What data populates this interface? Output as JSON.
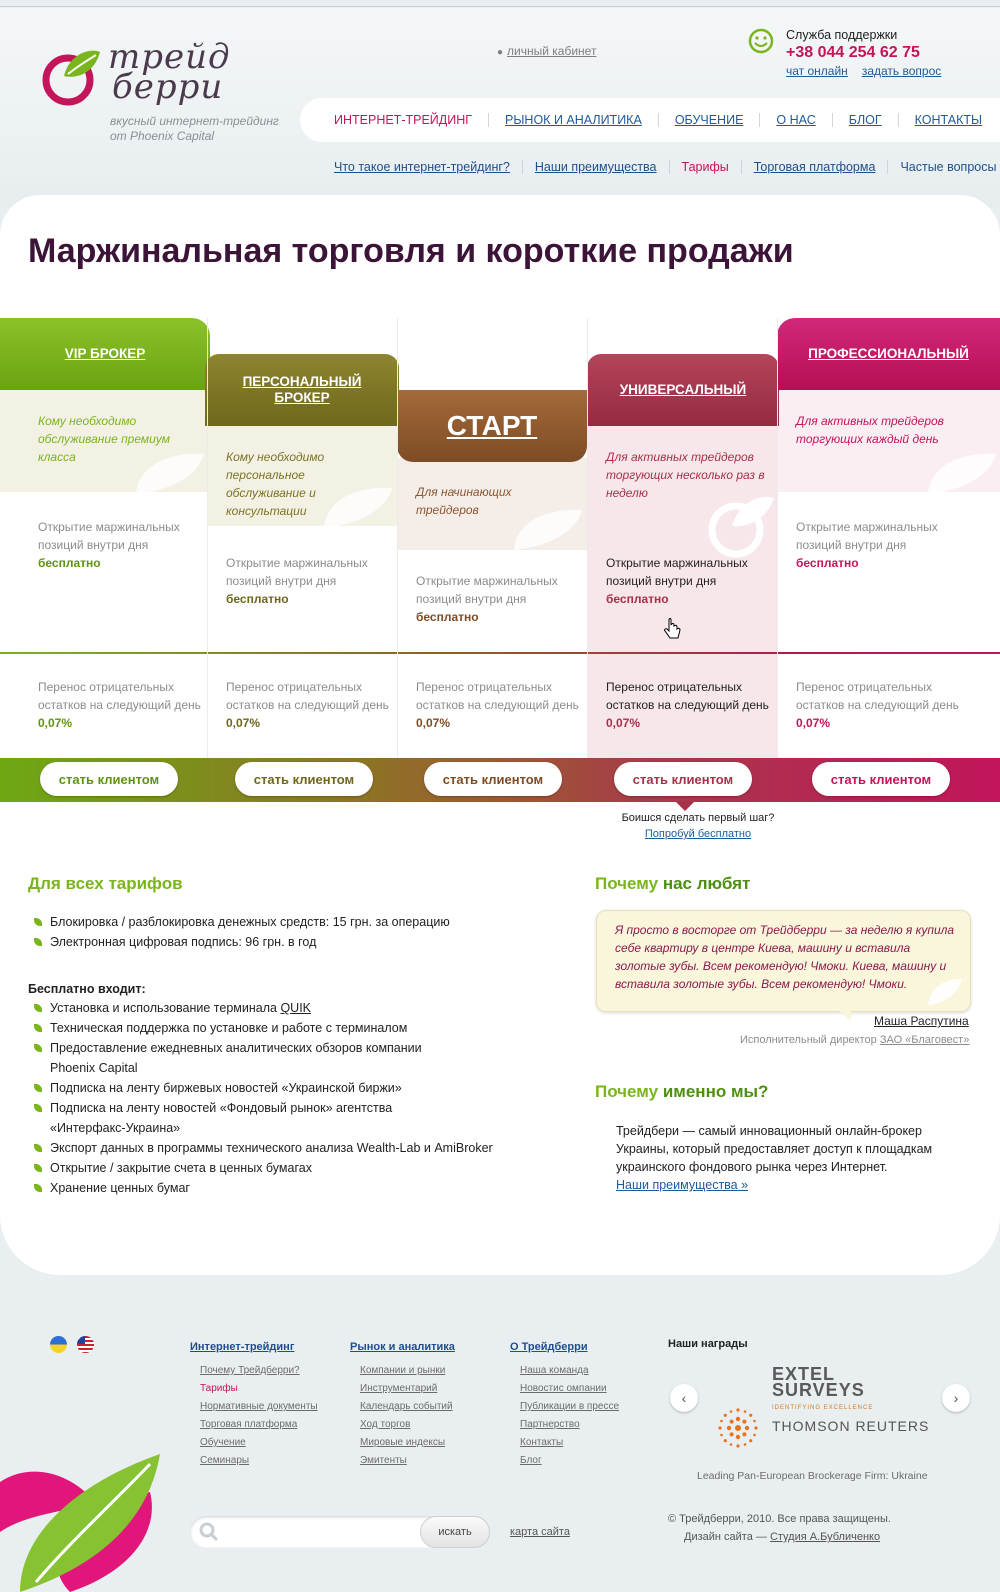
{
  "header": {
    "logo_line1": "трейд",
    "logo_line2": "берри",
    "slogan_line1": "вкусный интернет-трейдинг",
    "slogan_line2": "от Phoenix Capital",
    "cabinet_label": "личный кабинет",
    "support_title": "Служба поддержки",
    "support_phone": "+38 044 254 62 75",
    "support_chat": "чат онлайн",
    "support_ask": "задать вопрос"
  },
  "nav": {
    "items": [
      "ИНТЕРНЕТ-ТРЕЙДИНГ",
      "РЫНОК И АНАЛИТИКА",
      "ОБУЧЕНИЕ",
      "О НАС",
      "БЛОГ",
      "КОНТАКТЫ"
    ],
    "active_index": 0
  },
  "subnav": {
    "items": [
      "Что такое интернет-трейдинг?",
      "Наши преимущества",
      "Тарифы",
      "Торговая платформа",
      "Частые вопросы"
    ]
  },
  "page_title": "Маржинальная торговля и короткие продажи",
  "tariffs": [
    {
      "name": "VIP БРОКЕР",
      "desc": "Кому необходимо обслуживание премиум класса",
      "f1_label": "Открытие маржинальных позиций внутри дня",
      "f1_value": "бесплатно",
      "f2_label": "Перенос отрицательных остатков на следующий день",
      "f2_value": "0,07%",
      "button": "стать клиентом",
      "color": "#74ad18"
    },
    {
      "name": "ПЕРСОНАЛЬНЫЙ БРОКЕР",
      "desc": "Кому необходимо персональное обслуживание и консультации",
      "f1_label": "Открытие маржинальных позиций внутри дня",
      "f1_value": "бесплатно",
      "f2_label": "Перенос отрицательных остатков на следующий день",
      "f2_value": "0,07%",
      "button": "стать клиентом",
      "color": "#7e7422"
    },
    {
      "name": "СТАРТ",
      "desc": "Для начинающих трейдеров",
      "f1_label": "Открытие маржинальных позиций внутри дня",
      "f1_value": "бесплатно",
      "f2_label": "Перенос отрицательных остатков на следующий день",
      "f2_value": "0,07%",
      "button": "стать клиентом",
      "color": "#8d5a2c"
    },
    {
      "name": "УНИВЕРСАЛЬНЫЙ",
      "desc": "Для активных трейдеров торгующих несколько раз в неделю",
      "f1_label": "Открытие маржинальных позиций внутри дня",
      "f1_value": "бесплатно",
      "f2_label": "Перенос отрицательных остатков на следующий день",
      "f2_value": "0,07%",
      "button": "стать клиентом",
      "color": "#a83049"
    },
    {
      "name": "ПРОФЕССИОНАЛЬНЫЙ",
      "desc": "Для активных трейдеров торгующих каждый день",
      "f1_label": "Открытие маржинальных позиций внутри дня",
      "f1_value": "бесплатно",
      "f2_label": "Перенос отрицательных остатков на следующий день",
      "f2_value": "0,07%",
      "button": "стать клиентом",
      "color": "#c4145a"
    }
  ],
  "trial": {
    "question": "Боишся сделать первый шаг?",
    "link": "Попробуй бесплатно"
  },
  "all_tariffs": {
    "title": "Для всех тарифов",
    "items": [
      "Блокировка / разблокировка денежных средств: 15 грн. за операцию",
      "Электронная цифровая подпись: 96 грн. в год"
    ],
    "free_title": "Бесплатно входит:",
    "free_items": [
      "Установка и использование терминала ",
      "Техническая поддержка по установке и работе с терминалом",
      "Предоставление ежедневных аналитических обзоров компании Phoenix Capital",
      "Подписка на ленту биржевых новостей «Украинской биржи»",
      "Подписка на ленту новостей «Фондовый рынок» агентства «Интерфакс-Украина»",
      "Экспорт данных в программы технического анализа Wealth-Lab и AmiBroker",
      "Открытие / закрытие счета в ценных бумагах",
      "Хранение ценных бумаг"
    ],
    "quik_link": "QUIK"
  },
  "testimonial": {
    "title_a": "Почему",
    "title_b": "нас любят",
    "text": "Я просто в восторге от Трейдберри — за неделю я купила себе квартиру в центре Киева, машину и вставила золотые зубы. Всем рекомендую! Чмоки.  Киева, машину и вставила золотые зубы. Всем рекомендую! Чмоки.",
    "author": "Маша Распутина",
    "role": "Исполнительный директор ",
    "company": "ЗАО «Благовест»"
  },
  "why_us": {
    "title_a": "Почему",
    "title_b": "именно мы?",
    "text": "Трейдбери — самый инновационный онлайн-брокер Украины, который предоставляет доступ к площадкам украинского фондового рынка через Интернет.",
    "link": "Наши преимущества »"
  },
  "footer": {
    "col1": {
      "title": "Интернет-трейдинг",
      "items": [
        "Почему Трейдберри?",
        "Тарифы",
        "Нормативные документы",
        "Торговая платформа",
        "Обучение",
        "Семинары"
      ]
    },
    "col2": {
      "title": "Рынок и аналитика",
      "items": [
        "Компании и рынки",
        "Инструментарий",
        "Календарь событий",
        "Ход торгов",
        "Мировые индексы",
        "Эмитенты"
      ]
    },
    "col3": {
      "title": "О Трейдберри",
      "items": [
        "Наша команда",
        "Новостиc омпании",
        "Публикации в прессе",
        "Партнерство",
        "Контакты",
        "Блог"
      ]
    },
    "awards_title": "Наши награды",
    "extel_line1": "EXTEL",
    "extel_line2": "SURVEYS",
    "extel_tag": "IDENTIFYING EXCELLENCE",
    "thomson": "THOMSON REUTERS",
    "award_caption": "Leading Pan-European Brockerage Firm: Ukraine",
    "search_button": "искать",
    "search_placeholder": "",
    "sitemap": "карта сайта",
    "copyright": "© Трейдберри, 2010. Все права защищены.",
    "design_label": "Дизайн сайта — ",
    "design_link": "Студия А.Бубличенко"
  }
}
